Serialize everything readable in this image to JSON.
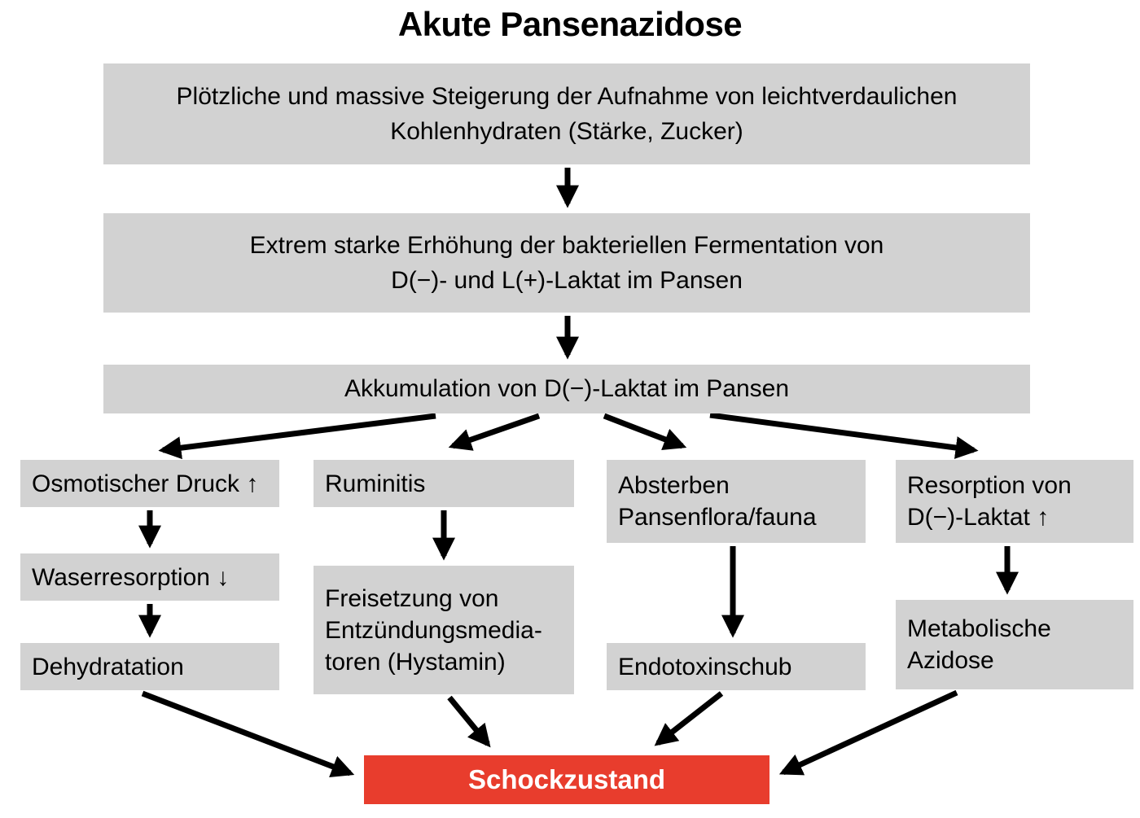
{
  "title": "Akute Pansenazidose",
  "flow": {
    "step1": "Plötzliche und massive Steigerung der Aufnahme von leichtverdaulichen\nKohlenhydraten (Stärke, Zucker)",
    "step2": "Extrem starke Erhöhung der bakteriellen Fermentation von\nD(−)- und L(+)-Laktat im Pansen",
    "step3": "Akkumulation von D(−)-Laktat im Pansen"
  },
  "branches": {
    "osmotic": {
      "box1": "Osmotischer Druck ↑",
      "box2": "Waserresorption ↓",
      "box3": "Dehydratation"
    },
    "ruminitis": {
      "box1": "Ruminitis",
      "box2": "Freisetzung von\nEntzündungsmedia-\ntoren (Hystamin)"
    },
    "flora": {
      "box1": "Absterben\nPansenflora/fauna",
      "box2": "Endotoxinschub"
    },
    "resorption": {
      "box1": "Resorption von\nD(−)-Laktat ↑",
      "box2": "Metabolische\nAzidose"
    }
  },
  "outcome": {
    "label": "Schockzustand"
  },
  "colors": {
    "box_bg": "#d2d2d2",
    "outcome_bg": "#e83d2d",
    "outcome_text": "#ffffff",
    "arrow": "#000000",
    "text": "#000000",
    "background": "#ffffff"
  }
}
